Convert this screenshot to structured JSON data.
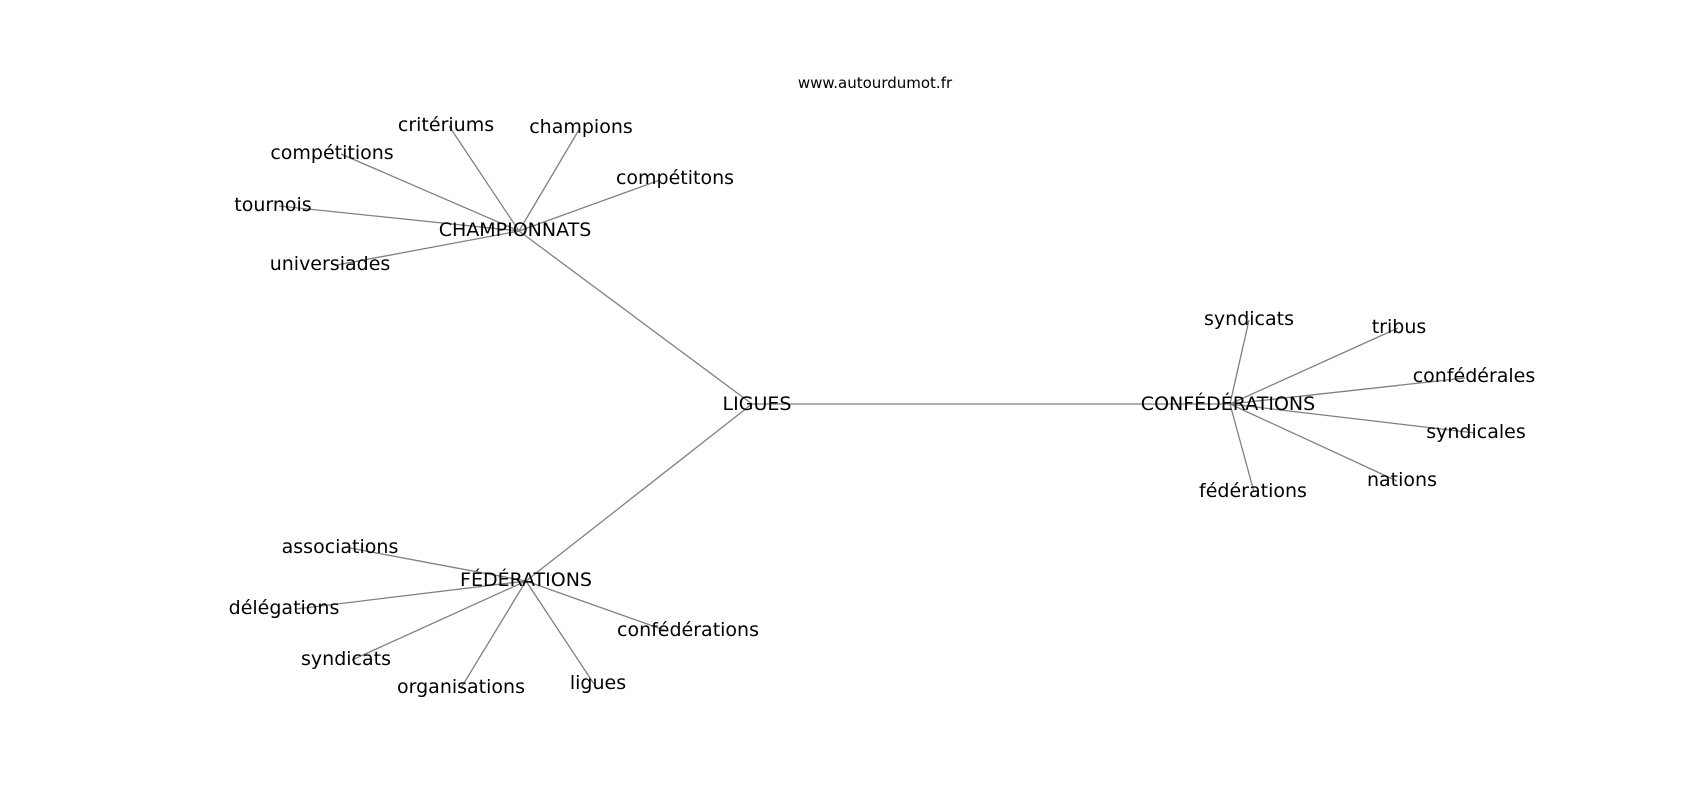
{
  "source": "www.autourdumot.fr",
  "center": "LIGUES",
  "hubs": [
    {
      "id": "championnats",
      "label": "CHAMPIONNATS",
      "leaves": [
        "critériums",
        "champions",
        "compétitions",
        "compétitons",
        "tournois",
        "universiades"
      ]
    },
    {
      "id": "confederations",
      "label": "CONFÉDÉRATIONS",
      "leaves": [
        "syndicats",
        "tribus",
        "confédérales",
        "syndicales",
        "nations",
        "fédérations"
      ]
    },
    {
      "id": "federations",
      "label": "FÉDÉRATIONS",
      "leaves": [
        "associations",
        "délégations",
        "syndicats",
        "organisations",
        "ligues",
        "confédérations"
      ]
    }
  ]
}
